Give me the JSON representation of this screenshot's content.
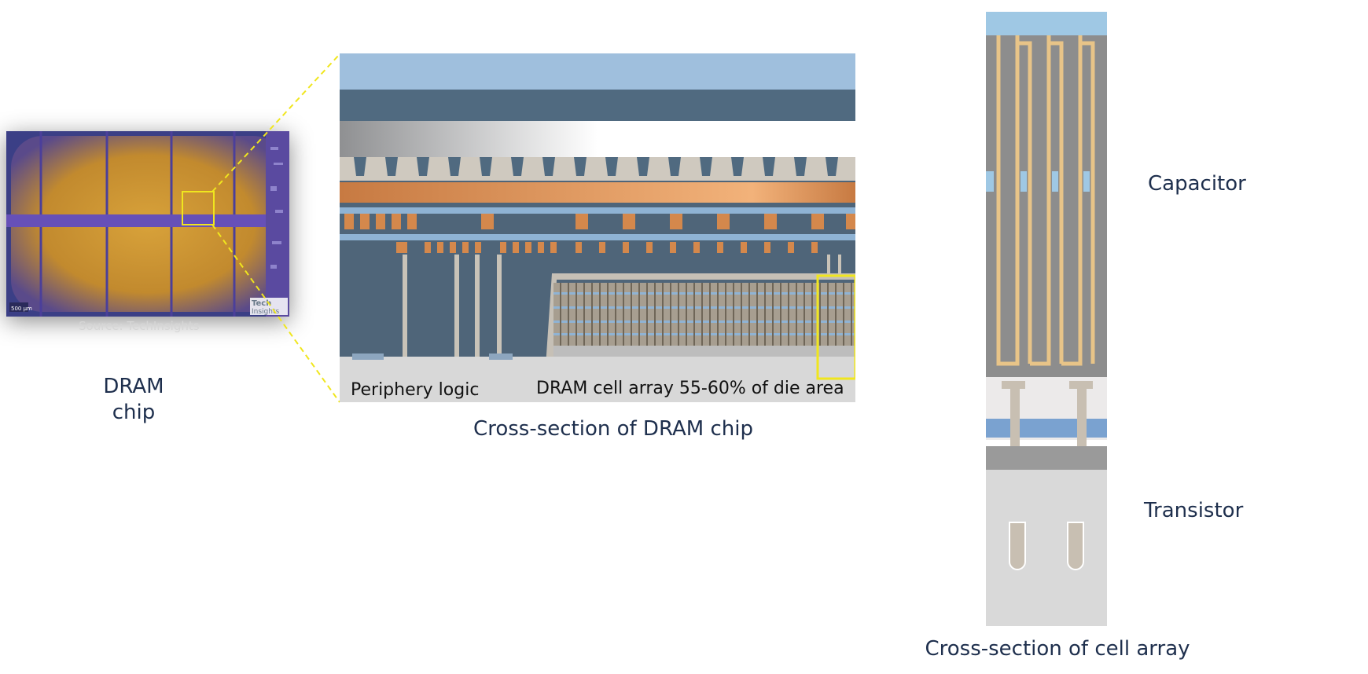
{
  "die": {
    "scale_bar": "500 µm",
    "source": "Source: TechInsights",
    "logo_line1": "Tech",
    "logo_line2": "Insights",
    "caption_line1": "DRAM",
    "caption_line2": "chip"
  },
  "chip_cross_section": {
    "periphery_label": "Periphery logic",
    "array_label": "DRAM cell array 55-60% of die area",
    "caption": "Cross-section of DRAM chip"
  },
  "cell_cross_section": {
    "capacitor_label": "Capacitor",
    "transistor_label": "Transistor",
    "caption": "Cross-section of cell array"
  },
  "colors": {
    "highlight": "#f0e61e",
    "caption_text": "#1e2f4d",
    "copper": "#d4884c",
    "slate": "#4d6378",
    "sky_blue": "#9fc1df",
    "die_gold": "#c8922c",
    "die_purple": "#5d4aa8"
  }
}
